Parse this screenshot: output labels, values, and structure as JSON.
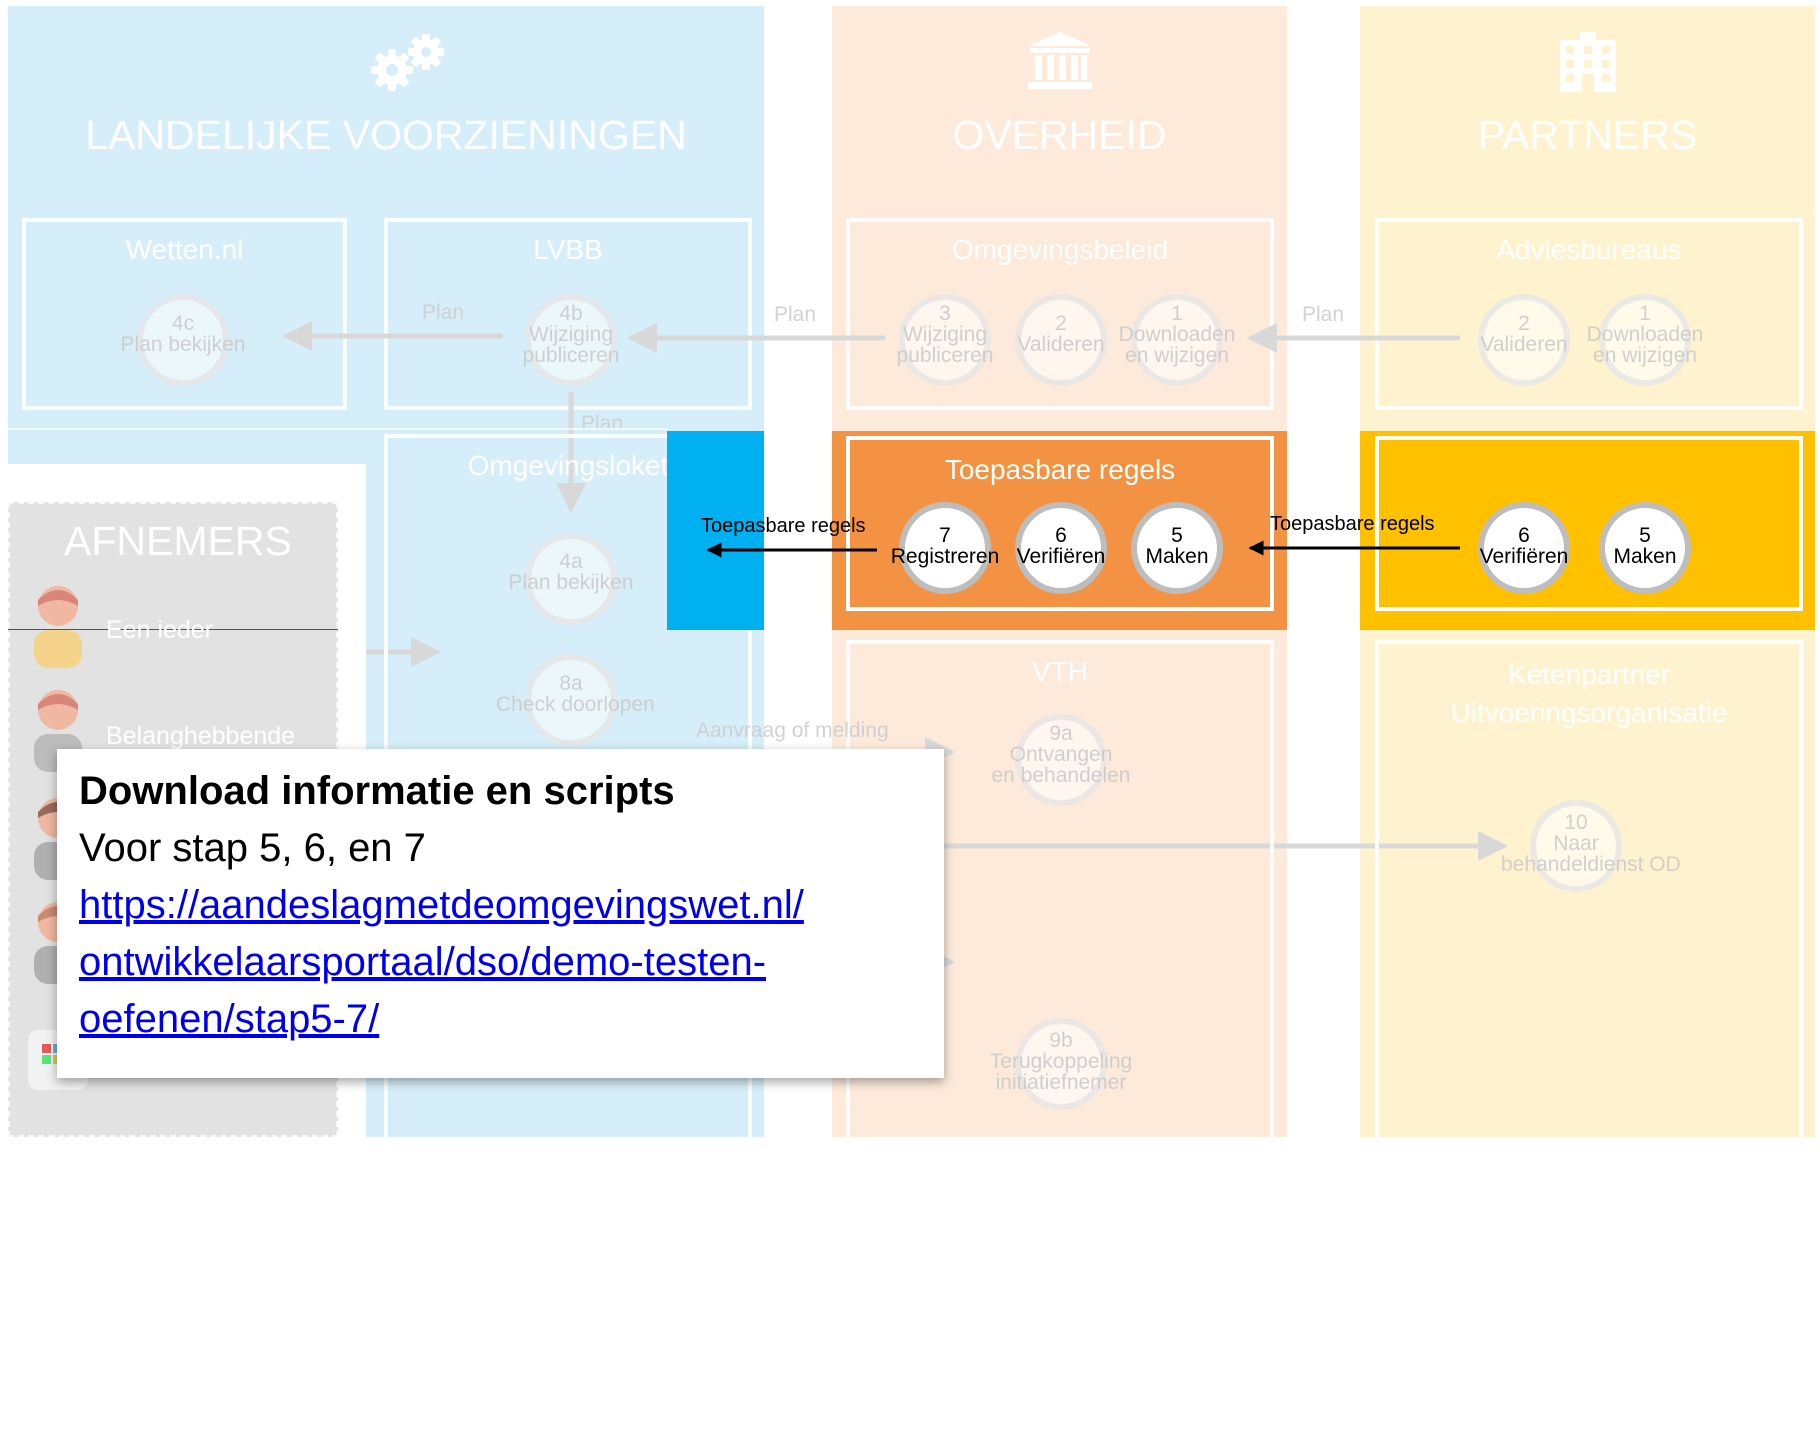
{
  "columns": {
    "landelijke": "LANDELIJKE VOORZIENINGEN",
    "overheid": "OVERHEID",
    "partners": "PARTNERS",
    "afnemers": "AFNEMERS"
  },
  "boxes": {
    "wetten": "Wetten.nl",
    "lvbb": "LVBB",
    "omgevingsbeleid": "Omgevingsbeleid",
    "adviesbureaus": "Adviesbureaus",
    "omgevingsloket": "Omgevingsloket",
    "toepasbare": "Toepasbare regels",
    "vth": "VTH",
    "keten_line1": "Ketenpartner",
    "keten_line2": "Uitvoeringsorganisatie"
  },
  "steps": {
    "s4c": {
      "num": "4c",
      "label": "Plan bekijken"
    },
    "s4b": {
      "num": "4b",
      "label1": "Wijziging",
      "label2": "publiceren"
    },
    "s3": {
      "num": "3",
      "label1": "Wijziging",
      "label2": "publiceren"
    },
    "s2o": {
      "num": "2",
      "label": "Valideren"
    },
    "s1o": {
      "num": "1",
      "label1": "Downloaden",
      "label2": "en wijzigen"
    },
    "s2p": {
      "num": "2",
      "label": "Valideren"
    },
    "s1p": {
      "num": "1",
      "label1": "Downloaden",
      "label2": "en wijzigen"
    },
    "s4a": {
      "num": "4a",
      "label": "Plan bekijken"
    },
    "s8a": {
      "num": "8a",
      "label": "Check doorlopen"
    },
    "s7": {
      "num": "7",
      "label": "Registreren"
    },
    "s6o": {
      "num": "6",
      "label": "Verifiëren"
    },
    "s5o": {
      "num": "5",
      "label": "Maken"
    },
    "s6p": {
      "num": "6",
      "label": "Verifiëren"
    },
    "s5p": {
      "num": "5",
      "label": "Maken"
    },
    "s9a": {
      "num": "9a",
      "label1": "Ontvangen",
      "label2": "en behandelen"
    },
    "s10": {
      "num": "10",
      "label1": "Naar",
      "label2": "behandeldienst OD"
    },
    "s9b": {
      "num": "9b",
      "label1": "Terugkoppeling",
      "label2": "initiatiefnemer"
    }
  },
  "arrow_labels": {
    "plan_lvbb_wetten": "Plan",
    "plan_overheid_lvbb": "Plan",
    "plan_partners_overheid": "Plan",
    "plan_lvbb_loket": "Plan",
    "toepasbare_left": "Toepasbare regels",
    "toepasbare_right": "Toepasbare regels",
    "aanvraag": "Aanvraag of melding"
  },
  "afnemers": {
    "een_ieder": "Een ieder",
    "belanghebbende": "Belanghebbende"
  },
  "popup": {
    "title": "Download informatie en scripts",
    "subtitle": "Voor stap 5, 6, en 7",
    "link_line1": "https://aandeslagmetdeomgevingswet.nl/",
    "link_line2": "ontwikkelaarsportaal/dso/demo-testen-",
    "link_line3": "oefenen/stap5-7/"
  },
  "colors": {
    "landelijke_bg": "#d6eef9",
    "overheid_bg": "#fdeadb",
    "partners_bg": "#fff3cf",
    "afnemers_bg": "#e2e2e2",
    "toepasbare_orange": "#f39243",
    "partners_yellow": "#ffc000",
    "loket_blue": "#00b0f0",
    "link_blue": "#0000ee"
  }
}
